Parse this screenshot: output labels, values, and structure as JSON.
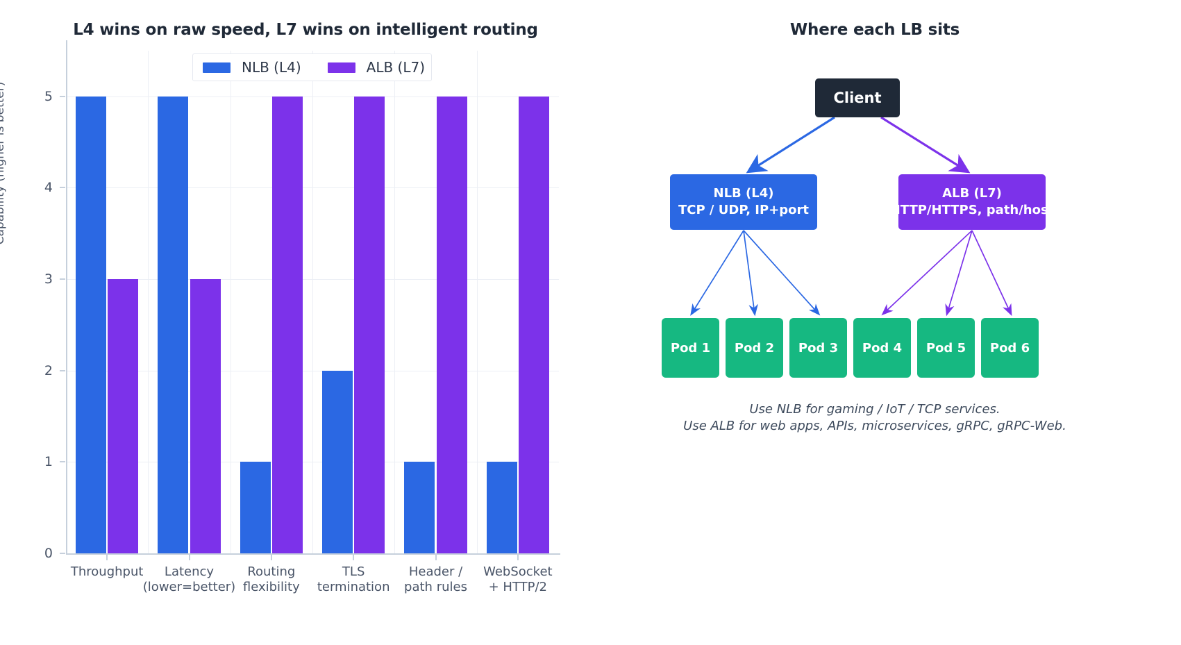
{
  "chart_data": {
    "type": "bar",
    "title": "L4 wins on raw speed, L7 wins on intelligent routing",
    "xlabel": "",
    "ylabel": "Capability  (higher is better)",
    "ylim": [
      0,
      5.5
    ],
    "yticks": [
      "0",
      "1",
      "2",
      "3",
      "4",
      "5"
    ],
    "grid": true,
    "legend_position": "upper center",
    "categories": [
      "Throughput",
      "Latency\n(lower=better)",
      "Routing\nflexibility",
      "TLS\ntermination",
      "Header /\npath rules",
      "WebSocket\n+ HTTP/2"
    ],
    "category_lines": [
      [
        "Throughput",
        ""
      ],
      [
        "Latency",
        "(lower=better)"
      ],
      [
        "Routing",
        "flexibility"
      ],
      [
        "TLS",
        "termination"
      ],
      [
        "Header /",
        "path rules"
      ],
      [
        "WebSocket",
        "+ HTTP/2"
      ]
    ],
    "series": [
      {
        "name": "NLB  (L4)",
        "color": "#2b68e3",
        "values": [
          5,
          5,
          1,
          2,
          1,
          1
        ]
      },
      {
        "name": "ALB  (L7)",
        "color": "#7c32ea",
        "values": [
          3,
          3,
          5,
          5,
          5,
          5
        ]
      }
    ]
  },
  "diagram": {
    "title": "Where each LB sits",
    "client": {
      "label": "Client",
      "color": "#1f2937"
    },
    "load_balancers": [
      {
        "name": "nlb",
        "line1": "NLB  (L4)",
        "line2": "TCP / UDP, IP+port",
        "color": "#2b68e3"
      },
      {
        "name": "alb",
        "line1": "ALB  (L7)",
        "line2": "HTTP/HTTPS, path/host",
        "color": "#7c32ea"
      }
    ],
    "pods": [
      {
        "label": "Pod 1"
      },
      {
        "label": "Pod 2"
      },
      {
        "label": "Pod 3"
      },
      {
        "label": "Pod 4"
      },
      {
        "label": "Pod 5"
      },
      {
        "label": "Pod 6"
      }
    ],
    "pod_color": "#16b881",
    "caption_line1": "Use NLB for gaming / IoT / TCP services.",
    "caption_line2": "Use ALB for web apps, APIs, microservices, gRPC, gRPC-Web."
  }
}
